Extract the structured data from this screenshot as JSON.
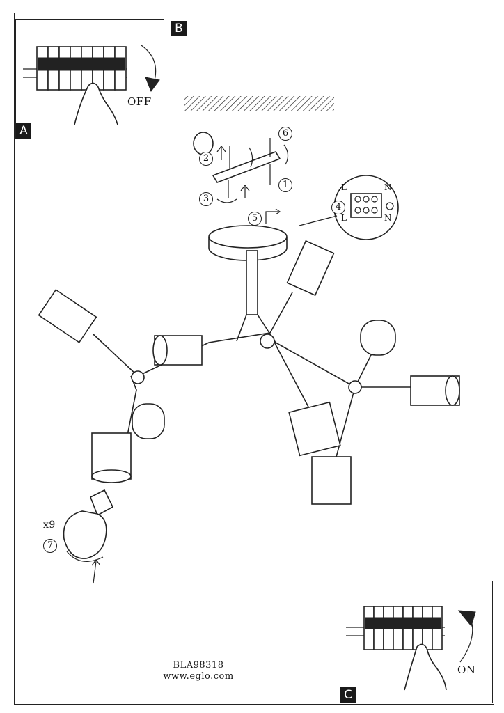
{
  "steps": {
    "panel_a": {
      "tag": "A",
      "switch_state": "OFF"
    },
    "panel_b": {
      "tag": "B"
    },
    "panel_c": {
      "tag": "C",
      "switch_state": "ON"
    }
  },
  "step_numbers": [
    "1",
    "2",
    "3",
    "4",
    "5",
    "6",
    "7"
  ],
  "wiring_terminals": {
    "left_top": "L",
    "left_bottom": "L",
    "right_top": "N",
    "right_bottom": "N"
  },
  "bulb_quantity": "x9",
  "footer": {
    "model": "BLA98318",
    "website": "www.eglo.com"
  }
}
